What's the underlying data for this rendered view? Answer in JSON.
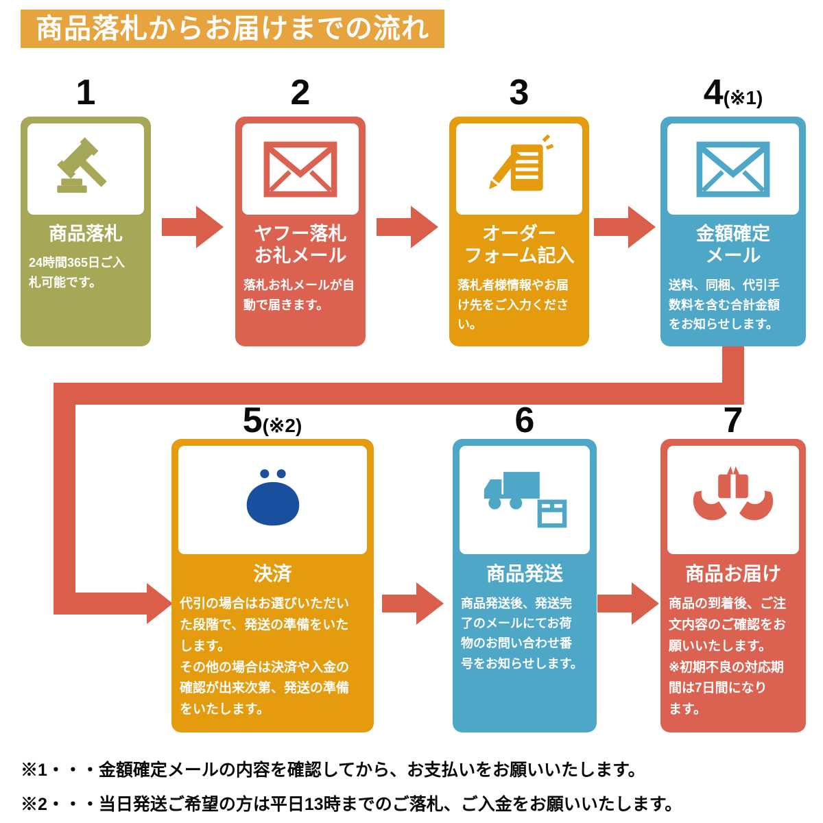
{
  "page_title": "商品落札からお届けまでの流れ",
  "colors": {
    "banner": "#E7A33D",
    "olive": "#A7A857",
    "red": "#DB6150",
    "orange": "#E49B0E",
    "blue": "#4FA7C7",
    "navy": "#1A4F9E",
    "arrow": "#DA5F4A",
    "text": "#0A0A0A",
    "panel": "#FFFFFF"
  },
  "steps": [
    {
      "number": "1",
      "note": "",
      "title": "商品落札",
      "desc": "24時間365日ご入\n札可能です。",
      "color": "#A7A857",
      "icon": "gavel-icon"
    },
    {
      "number": "2",
      "note": "",
      "title": "ヤフー落札\nお礼メール",
      "desc": "落札お礼メールが自\n動で届きます。",
      "color": "#DB6150",
      "icon": "mail-icon"
    },
    {
      "number": "3",
      "note": "",
      "title": "オーダー\nフォーム記入",
      "desc": "落札者様情報やお届\nけ先をご入力くださ\nい。",
      "color": "#E49B0E",
      "icon": "form-pencil-icon"
    },
    {
      "number": "4",
      "note": "(※1)",
      "title": "金額確定\nメール",
      "desc": "送料、同梱、代引手\n数料を含む合計金額\nをお知らせします。",
      "color": "#4FA7C7",
      "icon": "mail-icon"
    },
    {
      "number": "5",
      "note": "(※2)",
      "title": "決済",
      "desc": "代引の場合はお選びいただい\nた段階で、発送の準備をいた\nします。\nその他の場合は決済や入金の\n確認が出来次第、発送の準備\nをいたします。",
      "color": "#E49B0E",
      "icon": "purse-icon"
    },
    {
      "number": "6",
      "note": "",
      "title": "商品発送",
      "desc": "商品発送後、発送完\n了のメールにてお荷\n物のお問い合わせ番\n号をお知らせします。",
      "color": "#4FA7C7",
      "icon": "truck-box-icon"
    },
    {
      "number": "7",
      "note": "",
      "title": "商品お届け",
      "desc": "商品の到着後、ご注\n文内容のご確認をお\n願いいたします。\n※初期不良の対応期\n間は7日間になり\nます。",
      "color": "#DB6150",
      "icon": "hands-package-icon"
    }
  ],
  "footnotes": [
    "※1・・・金額確定メールの内容を確認してから、お支払いをお願いいたします。",
    "※2・・・当日発送ご希望の方は平日13時までのご落札、ご入金をお願いいたします。"
  ]
}
